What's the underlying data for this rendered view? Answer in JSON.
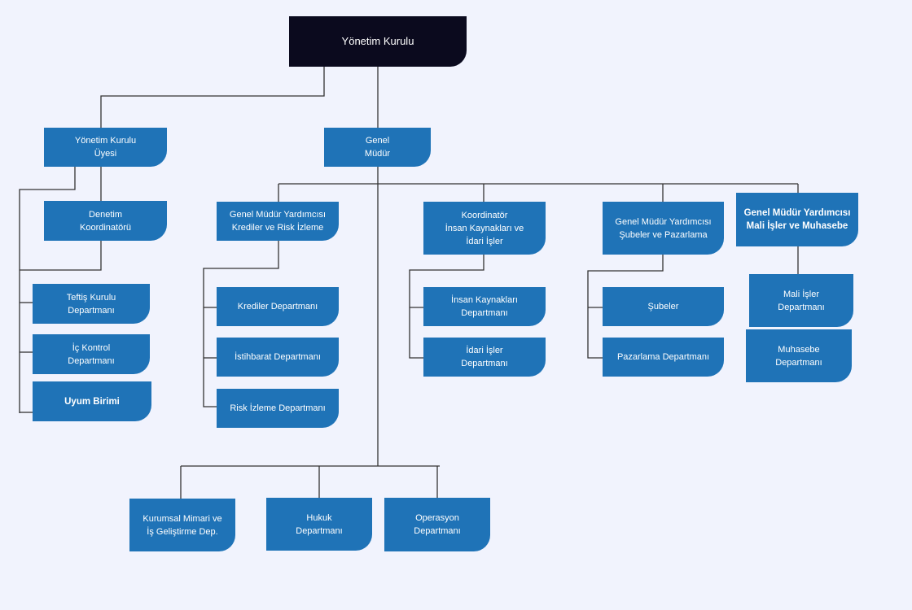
{
  "colors": {
    "background": "#f1f3fd",
    "box": "#1f73b7",
    "root_box": "#0b0a1e",
    "line": "#333333",
    "text": "#ffffff"
  },
  "nodes": {
    "root": "Yönetim Kurulu",
    "ykuye": "Yönetim Kurulu\nÜyesi",
    "genel": "Genel\nMüdür",
    "denetim": "Denetim\nKoordinatörü",
    "teftis": "Teftiş Kurulu\nDepartmanı",
    "ickontrol": "İç Kontrol\nDepartmanı",
    "uyum": "Uyum Birimi",
    "gmy_kredi": "Genel Müdür Yardımcısı\nKrediler ve Risk İzleme",
    "krediler": "Krediler Departmanı",
    "istihbarat": "İstihbarat Departmanı",
    "risk": "Risk İzleme Departmanı",
    "koord_ik": "Koordinatör\nİnsan Kaynakları ve\nİdari İşler",
    "ik": "İnsan Kaynakları\nDepartmanı",
    "idari": "İdari İşler\nDepartmanı",
    "gmy_sube": "Genel Müdür Yardımcısı\nŞubeler ve Pazarlama",
    "subeler": "Şubeler",
    "pazarlama": "Pazarlama Departmanı",
    "gmy_mali": "Genel Müdür Yardımcısı\nMali İşler ve Muhasebe",
    "mali": "Mali İşler\nDepartmanı",
    "muhasebe": "Muhasebe\nDepartmanı",
    "kurumsal": "Kurumsal Mimari ve\nİş Geliştirme Dep.",
    "hukuk": "Hukuk\nDepartmanı",
    "operasyon": "Operasyon\nDepartmanı"
  }
}
